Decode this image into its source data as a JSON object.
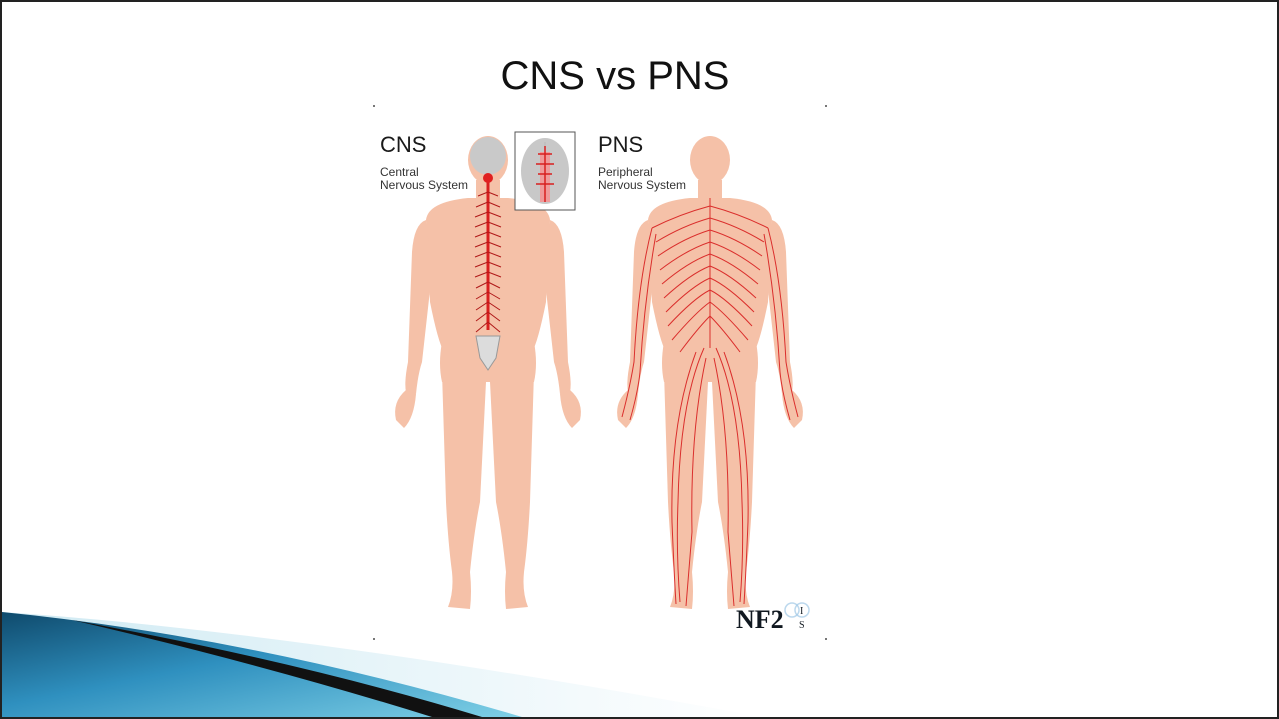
{
  "slide": {
    "title": "CNS vs PNS"
  },
  "figure": {
    "cns": {
      "heading": "CNS",
      "subtitle_line1": "Central",
      "subtitle_line2": "Nervous System"
    },
    "pns": {
      "heading": "PNS",
      "subtitle_line1": "Peripheral",
      "subtitle_line2": "Nervous System"
    },
    "logo_text": "NF2",
    "body_color": "#f5c1a8",
    "nerve_color": "#d81f1f"
  },
  "theme": {
    "band_dark": "#0f3d5c",
    "band_light": "#5bbfd9"
  }
}
